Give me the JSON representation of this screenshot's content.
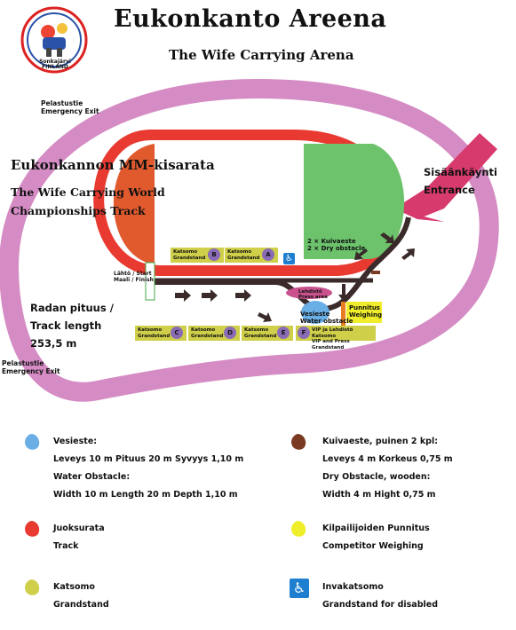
{
  "header": {
    "title": "Eukonkanto Areena",
    "subtitle": "The Wife Carrying Arena",
    "logo_text": [
      "Sonkajärvi",
      "FINLAND"
    ]
  },
  "map": {
    "emergency_exit_top": [
      "Pelastustie",
      "Emergency Exit"
    ],
    "emergency_exit_left": [
      "Pelastustie",
      "Emergency Exit"
    ],
    "track_title": "Eukonkannon MM-kisarata",
    "track_subtitle": [
      "The Wife Carrying World",
      "Championships Track"
    ],
    "entrance": [
      "Sisäänkäynti",
      "Entrance"
    ],
    "track_length": [
      "Radan pituus /",
      "Track length",
      "253,5 m"
    ],
    "start_finish": [
      "Lähtö / Start",
      "Maali / Finish"
    ],
    "dry_obstacle": [
      "2 × Kuivaeste",
      "2 × Dry obstacle"
    ],
    "press_area": [
      "Lehdistö",
      "Press area"
    ],
    "water_obstacle": [
      "Vesieste",
      "Water obstacle"
    ],
    "weighing": [
      "Punnitus",
      "Weighing"
    ],
    "grandstands": [
      {
        "label": [
          "Katsomo",
          "Grandstand"
        ],
        "letter": "B"
      },
      {
        "label": [
          "Katsomo",
          "Grandstand"
        ],
        "letter": "A"
      },
      {
        "label": [
          "Katsomo",
          "Grandstand"
        ],
        "letter": "C"
      },
      {
        "label": [
          "Katsomo",
          "Grandstand"
        ],
        "letter": "D"
      },
      {
        "label": [
          "Katsomo",
          "Grandstand"
        ],
        "letter": "E"
      },
      {
        "label": [
          "VIP ja Lehdistö Katsomo",
          "VIP and Press Grandstand"
        ],
        "letter": "F"
      }
    ]
  },
  "legend": {
    "water": {
      "title": "Vesieste:",
      "lines": [
        "Leveys 10 m Pituus 20 m Syvyys 1,10 m",
        "Water Obstacle:",
        "Width 10 m Length 20 m Depth 1,10 m"
      ],
      "color": "#6aaee6"
    },
    "dry": {
      "title": "Kuivaeste, puinen 2 kpl:",
      "lines": [
        "Leveys 4 m Korkeus 0,75 m",
        "Dry Obstacle, wooden:",
        "Width 4 m Hight 0,75 m"
      ],
      "color": "#7a3b22"
    },
    "track": {
      "lines": [
        "Juoksurata",
        "Track"
      ],
      "color": "#e83a30"
    },
    "weighing": {
      "lines": [
        "Kilpailijoiden Punnitus",
        "Competitor Weighing"
      ],
      "color": "#f0ee2a"
    },
    "grandstand": {
      "lines": [
        "Katsomo",
        "Grandstand"
      ],
      "color": "#cfcf4a"
    },
    "disabled": {
      "lines": [
        "Invakatsomo",
        "Grandstand for disabled"
      ],
      "icon": "wheelchair-icon",
      "color": "#1e7fd0"
    }
  }
}
